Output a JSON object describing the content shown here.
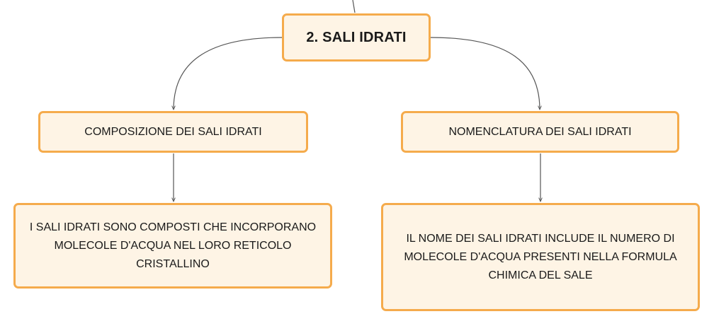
{
  "root": {
    "label": "2. SALI IDRATI"
  },
  "branches": [
    {
      "title": "COMPOSIZIONE DEI SALI IDRATI",
      "description": "I SALI IDRATI SONO COMPOSTI CHE INCORPORANO MOLECOLE D'ACQUA NEL LORO RETICOLO CRISTALLINO"
    },
    {
      "title": "NOMENCLATURA DEI SALI IDRATI",
      "description": "IL NOME DEI SALI IDRATI INCLUDE IL NUMERO DI MOLECOLE D'ACQUA PRESENTI NELLA FORMULA CHIMICA DEL SALE"
    }
  ],
  "colors": {
    "node_border": "#f5ab4c",
    "node_fill": "#fef4e5",
    "connector": "#555555"
  }
}
